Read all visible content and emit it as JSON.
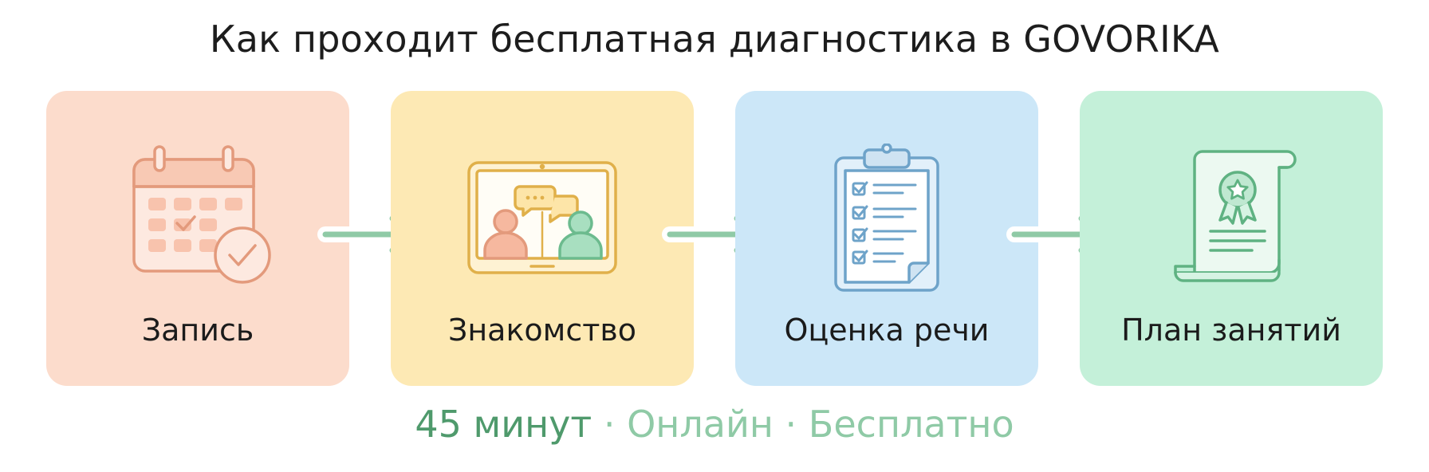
{
  "title": "Как проходит бесплатная диагностика в GOVORIKA",
  "steps": [
    {
      "label": "Запись",
      "icon": "calendar-check-icon",
      "background": "#fcdccc",
      "accent": "#e39a7c"
    },
    {
      "label": "Знакомство",
      "icon": "video-call-icon",
      "background": "#fde9b4",
      "accent": "#e0b04a"
    },
    {
      "label": "Оценка речи",
      "icon": "clipboard-checklist-icon",
      "background": "#cce7f8",
      "accent": "#6ea3c9"
    },
    {
      "label": "План занятий",
      "icon": "certificate-icon",
      "background": "#c4f0d9",
      "accent": "#5fb282"
    }
  ],
  "arrow_color": "#8fcaa6",
  "footer": {
    "duration": "45 минут",
    "separator": "·",
    "format": "Онлайн",
    "price": "Бесплатно",
    "colors": {
      "strong": "#4f9a6c",
      "soft": "#8fcaa6"
    }
  }
}
